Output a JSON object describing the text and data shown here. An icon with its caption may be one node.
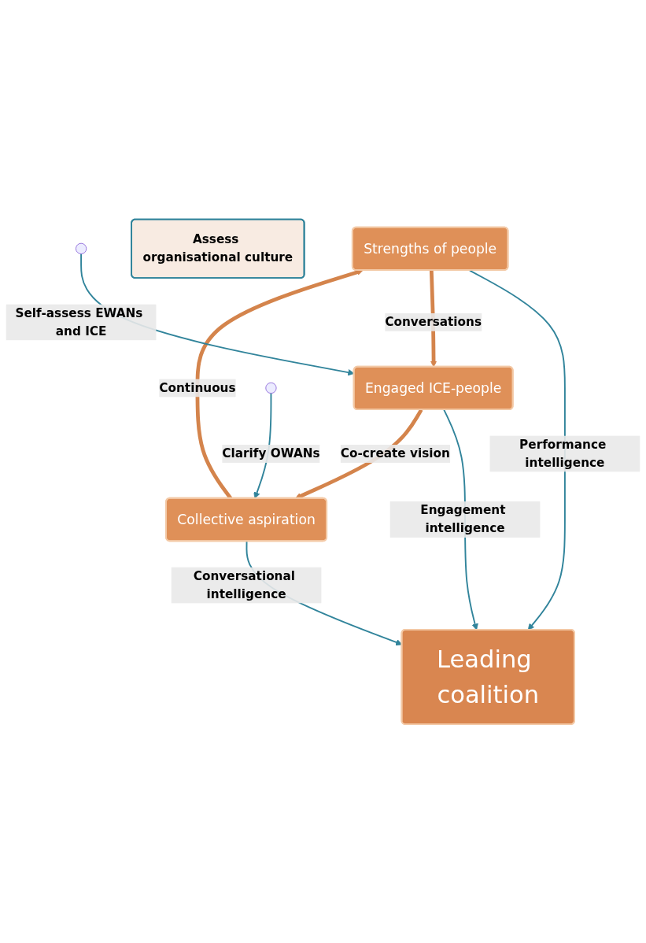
{
  "diagram": {
    "nodes": [
      {
        "text": [
          "Strengths of people"
        ]
      },
      {
        "text": [
          "Leading coalition"
        ]
      },
      {
        "text": [
          "Collective aspiration"
        ]
      },
      {
        "text": [
          "Engaged ICE-people"
        ]
      },
      {
        "text": [
          "Assess organisational culture"
        ]
      }
    ],
    "edges": [
      {
        "from": 0,
        "to": 1,
        "arrow": "to",
        "label": "Performance intelligence"
      },
      {
        "from": 2,
        "to": 1,
        "arrow": "to",
        "label": "Conversational intelligence"
      },
      {
        "from": 3,
        "to": 1,
        "arrow": "to",
        "label": "Engagement intelligence"
      },
      {
        "from": 2,
        "to": 0,
        "arrow": "to",
        "label": "Continuous",
        "style": "thick",
        "color": "#d4844c"
      },
      {
        "from": 0,
        "to": 3,
        "arrow": "to",
        "label": "Conversations",
        "style": "thick",
        "color": "#d4844c"
      },
      {
        "from": 3,
        "to": 2,
        "arrow": "to",
        "label": "Co-create vision",
        "style": "thick",
        "color": "#d4844c"
      },
      {
        "from": null,
        "to": 2,
        "arrow": "to",
        "label": "Clarify OWANs"
      },
      {
        "from": null,
        "to": 3,
        "arrow": "to",
        "label": "Self-assess EWANs and ICE"
      }
    ]
  }
}
